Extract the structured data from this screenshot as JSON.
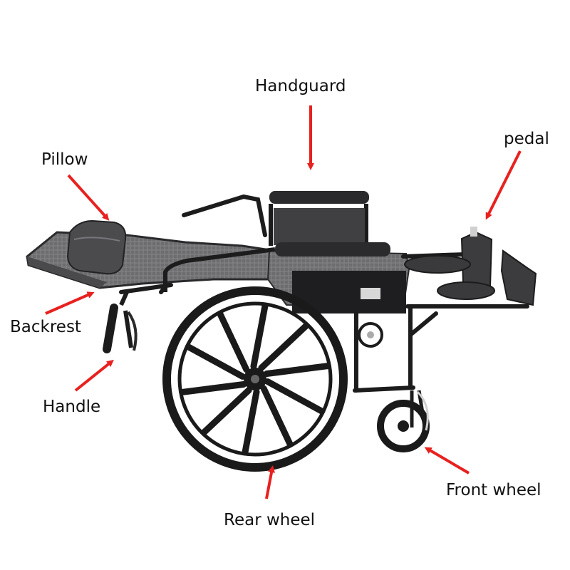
{
  "labels": {
    "handguard": "Handguard",
    "pedal": "pedal",
    "pillow": "Pillow",
    "backrest": "Backrest",
    "handle": "Handle",
    "front_wheel": "Front wheel",
    "rear_wheel": "Rear wheel"
  },
  "colors": {
    "arrow": "#e8211f",
    "frame": "#1c1c1c",
    "mesh": "#6d6d70",
    "mesh_light": "#8a8a8e",
    "pad": "#3a3a3c",
    "label_text": "#111111",
    "background": "#ffffff"
  },
  "icons": {
    "callout": "red-arrow",
    "subject": "reclining-wheelchair"
  }
}
